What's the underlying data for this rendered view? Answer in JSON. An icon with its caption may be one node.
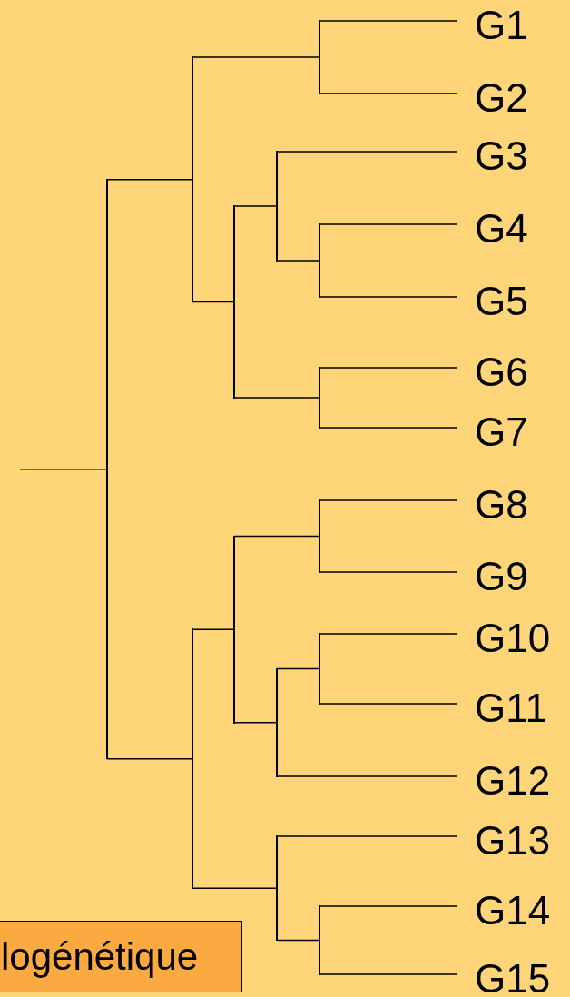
{
  "diagram": {
    "nodes": [
      {
        "text": [
          "G1"
        ]
      },
      {
        "text": [
          "G2"
        ]
      },
      {
        "text": [
          "G3"
        ]
      },
      {
        "text": [
          "G4"
        ]
      },
      {
        "text": [
          "G5"
        ]
      },
      {
        "text": [
          "G6"
        ]
      },
      {
        "text": [
          "G7"
        ]
      },
      {
        "text": [
          "G8"
        ]
      },
      {
        "text": [
          "G9"
        ]
      },
      {
        "text": [
          "G10"
        ]
      },
      {
        "text": [
          "G11"
        ]
      },
      {
        "text": [
          "G12"
        ]
      },
      {
        "text": [
          "G13"
        ]
      },
      {
        "text": [
          "G14"
        ]
      },
      {
        "text": [
          "G15"
        ]
      },
      {
        "text": [],
        "shape": "bar"
      },
      {
        "text": [],
        "shape": "bar"
      },
      {
        "text": [],
        "shape": "bar"
      },
      {
        "text": [],
        "shape": "bar"
      },
      {
        "text": [],
        "shape": "bar"
      },
      {
        "text": [],
        "shape": "bar"
      },
      {
        "text": [],
        "shape": "bar"
      },
      {
        "text": [],
        "shape": "bar"
      },
      {
        "text": [],
        "shape": "bar"
      },
      {
        "text": [],
        "shape": "bar"
      },
      {
        "text": [],
        "shape": "bar"
      },
      {
        "text": [],
        "shape": "bar"
      },
      {
        "text": [],
        "shape": "bar"
      },
      {
        "text": [],
        "shape": "bar"
      },
      {
        "text": [
          "logénétique"
        ]
      }
    ],
    "edges": [
      {
        "from": null,
        "to": 15,
        "arrow": "none"
      },
      {
        "from": 15,
        "to": 16,
        "arrow": "none"
      },
      {
        "from": 15,
        "to": 22,
        "arrow": "none"
      },
      {
        "from": 16,
        "to": 17,
        "arrow": "none"
      },
      {
        "from": 16,
        "to": 18,
        "arrow": "none"
      },
      {
        "from": 17,
        "to": 0,
        "arrow": "none"
      },
      {
        "from": 17,
        "to": 1,
        "arrow": "none"
      },
      {
        "from": 18,
        "to": 19,
        "arrow": "none"
      },
      {
        "from": 18,
        "to": 21,
        "arrow": "none"
      },
      {
        "from": 19,
        "to": 2,
        "arrow": "none"
      },
      {
        "from": 19,
        "to": 20,
        "arrow": "none"
      },
      {
        "from": 20,
        "to": 3,
        "arrow": "none"
      },
      {
        "from": 20,
        "to": 4,
        "arrow": "none"
      },
      {
        "from": 21,
        "to": 5,
        "arrow": "none"
      },
      {
        "from": 21,
        "to": 6,
        "arrow": "none"
      },
      {
        "from": 22,
        "to": 23,
        "arrow": "none"
      },
      {
        "from": 22,
        "to": 27,
        "arrow": "none"
      },
      {
        "from": 23,
        "to": 24,
        "arrow": "none"
      },
      {
        "from": 23,
        "to": 25,
        "arrow": "none"
      },
      {
        "from": 24,
        "to": 7,
        "arrow": "none"
      },
      {
        "from": 24,
        "to": 8,
        "arrow": "none"
      },
      {
        "from": 25,
        "to": 26,
        "arrow": "none"
      },
      {
        "from": 25,
        "to": 11,
        "arrow": "none"
      },
      {
        "from": 26,
        "to": 9,
        "arrow": "none"
      },
      {
        "from": 26,
        "to": 10,
        "arrow": "none"
      },
      {
        "from": 27,
        "to": 12,
        "arrow": "none"
      },
      {
        "from": 27,
        "to": 28,
        "arrow": "none"
      },
      {
        "from": 28,
        "to": 13,
        "arrow": "none"
      },
      {
        "from": 28,
        "to": 14,
        "arrow": "none"
      }
    ]
  }
}
